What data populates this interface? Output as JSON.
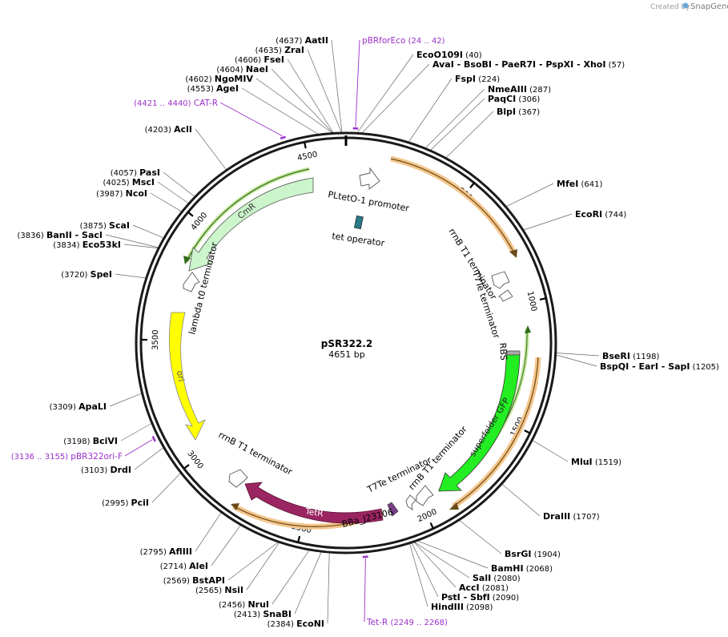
{
  "credit": {
    "created_by": "Created by",
    "brand": "SnapGene"
  },
  "plasmid": {
    "name": "pSR322.2",
    "length_label": "4651 bp",
    "length": 4651
  },
  "ticks": [
    {
      "label": "500",
      "pos": 500
    },
    {
      "label": "1000",
      "pos": 1000
    },
    {
      "label": "1500",
      "pos": 1500
    },
    {
      "label": "2000",
      "pos": 2000
    },
    {
      "label": "2500",
      "pos": 2500
    },
    {
      "label": "3000",
      "pos": 3000
    },
    {
      "label": "3500",
      "pos": 3500
    },
    {
      "label": "4000",
      "pos": 4000
    },
    {
      "label": "4500",
      "pos": 4500
    }
  ],
  "sites": [
    {
      "names": [
        "AatII"
      ],
      "pos_label": "(4637)",
      "pos": 4637
    },
    {
      "names": [
        "ZraI"
      ],
      "pos_label": "(4635)",
      "pos": 4635
    },
    {
      "names": [
        "FseI"
      ],
      "pos_label": "(4606)",
      "pos": 4606
    },
    {
      "names": [
        "NaeI"
      ],
      "pos_label": "(4604)",
      "pos": 4604
    },
    {
      "names": [
        "NgoMIV"
      ],
      "pos_label": "(4602)",
      "pos": 4602
    },
    {
      "names": [
        "AgeI"
      ],
      "pos_label": "(4553)",
      "pos": 4553
    },
    {
      "names": [
        "AclI"
      ],
      "pos_label": "(4203)",
      "pos": 4203
    },
    {
      "names": [
        "PasI"
      ],
      "pos_label": "(4057)",
      "pos": 4057
    },
    {
      "names": [
        "MscI"
      ],
      "pos_label": "(4025)",
      "pos": 4025
    },
    {
      "names": [
        "NcoI"
      ],
      "pos_label": "(3987)",
      "pos": 3987
    },
    {
      "names": [
        "ScaI"
      ],
      "pos_label": "(3875)",
      "pos": 3875
    },
    {
      "names": [
        "BanII",
        "SacI"
      ],
      "pos_label": "(3836)",
      "pos": 3836
    },
    {
      "names": [
        "Eco53kI"
      ],
      "pos_label": "(3834)",
      "pos": 3834
    },
    {
      "names": [
        "SpeI"
      ],
      "pos_label": "(3720)",
      "pos": 3720
    },
    {
      "names": [
        "ApaLI"
      ],
      "pos_label": "(3309)",
      "pos": 3309
    },
    {
      "names": [
        "BciVI"
      ],
      "pos_label": "(3198)",
      "pos": 3198
    },
    {
      "names": [
        "DrdI"
      ],
      "pos_label": "(3103)",
      "pos": 3103
    },
    {
      "names": [
        "PciI"
      ],
      "pos_label": "(2995)",
      "pos": 2995
    },
    {
      "names": [
        "AflIII"
      ],
      "pos_label": "(2795)",
      "pos": 2795
    },
    {
      "names": [
        "AleI"
      ],
      "pos_label": "(2714)",
      "pos": 2714
    },
    {
      "names": [
        "BstAPI"
      ],
      "pos_label": "(2569)",
      "pos": 2569
    },
    {
      "names": [
        "NsiI"
      ],
      "pos_label": "(2565)",
      "pos": 2565
    },
    {
      "names": [
        "NruI"
      ],
      "pos_label": "(2456)",
      "pos": 2456
    },
    {
      "names": [
        "SnaBI"
      ],
      "pos_label": "(2413)",
      "pos": 2413
    },
    {
      "names": [
        "EcoNI"
      ],
      "pos_label": "(2384)",
      "pos": 2384
    },
    {
      "names": [
        "EcoO109I"
      ],
      "pos_label": "(40)",
      "pos": 40
    },
    {
      "names": [
        "AvaI",
        "BsoBI",
        "PaeR7I",
        "PspXI",
        "XhoI"
      ],
      "pos_label": "(57)",
      "pos": 57
    },
    {
      "names": [
        "FspI"
      ],
      "pos_label": "(224)",
      "pos": 224
    },
    {
      "names": [
        "NmeAIII"
      ],
      "pos_label": "(287)",
      "pos": 287
    },
    {
      "names": [
        "PaqCI"
      ],
      "pos_label": "(306)",
      "pos": 306
    },
    {
      "names": [
        "BlpI"
      ],
      "pos_label": "(367)",
      "pos": 367
    },
    {
      "names": [
        "MfeI"
      ],
      "pos_label": "(641)",
      "pos": 641
    },
    {
      "names": [
        "EcoRI"
      ],
      "pos_label": "(744)",
      "pos": 744
    },
    {
      "names": [
        "BseRI"
      ],
      "pos_label": "(1198)",
      "pos": 1198
    },
    {
      "names": [
        "BspQI",
        "EarI",
        "SapI"
      ],
      "pos_label": "(1205)",
      "pos": 1205
    },
    {
      "names": [
        "MluI"
      ],
      "pos_label": "(1519)",
      "pos": 1519
    },
    {
      "names": [
        "DraIII"
      ],
      "pos_label": "(1707)",
      "pos": 1707
    },
    {
      "names": [
        "BsrGI"
      ],
      "pos_label": "(1904)",
      "pos": 1904
    },
    {
      "names": [
        "BamHI"
      ],
      "pos_label": "(2068)",
      "pos": 2068
    },
    {
      "names": [
        "SalI"
      ],
      "pos_label": "(2080)",
      "pos": 2080
    },
    {
      "names": [
        "AccI"
      ],
      "pos_label": "(2081)",
      "pos": 2081
    },
    {
      "names": [
        "PstI",
        "SbfI"
      ],
      "pos_label": "(2090)",
      "pos": 2090
    },
    {
      "names": [
        "HindIII"
      ],
      "pos_label": "(2098)",
      "pos": 2098
    }
  ],
  "primers": [
    {
      "name": "pBRforEco",
      "range_label": "(24 .. 42)",
      "start": 24,
      "end": 42
    },
    {
      "name": "CAT-R",
      "range_label": "(4421 .. 4440)",
      "start": 4421,
      "end": 4440
    },
    {
      "name": "pBR322ori-F",
      "range_label": "(3136 .. 3155)",
      "start": 3136,
      "end": 3155
    },
    {
      "name": "Tet-R",
      "range_label": "(2249 .. 2268)",
      "start": 2249,
      "end": 2268
    }
  ],
  "features": [
    {
      "name": "PLtetO-1 promoter",
      "type": "promoter",
      "start": 4645,
      "end": 4651
    },
    {
      "name": "tet operator",
      "type": "protein_bind",
      "start": 1,
      "end": 19
    },
    {
      "name": "rrnB T1 terminator",
      "type": "terminator",
      "start": 860,
      "end": 900
    },
    {
      "name": "T7Te terminator",
      "type": "terminator",
      "start": 920,
      "end": 950
    },
    {
      "name": "RBS",
      "type": "rbs",
      "start": 1210,
      "end": 1225
    },
    {
      "name": "superfolder GFP",
      "type": "cds",
      "start": 1230,
      "end": 1950
    },
    {
      "name": "rrnB T1 terminator",
      "type": "terminator",
      "start": 2040,
      "end": 2080
    },
    {
      "name": "T7Te terminator",
      "type": "terminator",
      "start": 2105,
      "end": 2130
    },
    {
      "name": "BBa_J23106",
      "type": "promoter",
      "start": 2180,
      "end": 2215
    },
    {
      "name": "TetR",
      "type": "cds",
      "start": 2245,
      "end": 2860
    },
    {
      "name": "rrnB T1 terminator",
      "type": "terminator",
      "start": 2880,
      "end": 2925
    },
    {
      "name": "ori",
      "type": "rep_origin",
      "start": 3020,
      "end": 3610
    },
    {
      "name": "lambda t0 terminator",
      "type": "terminator",
      "start": 3780,
      "end": 3830
    },
    {
      "name": "CmR",
      "type": "cds",
      "start": 3870,
      "end": 4520
    }
  ],
  "colors": {
    "backbone": "#1a1a1a",
    "gfp": "#22ee22",
    "tetr": "#9b2563",
    "ori": "#ffff00",
    "cmr": "#ccf5cc",
    "orange_highlight": "#f4c58a",
    "primer": "#9b30c8",
    "operator": "#2a7a8a"
  }
}
